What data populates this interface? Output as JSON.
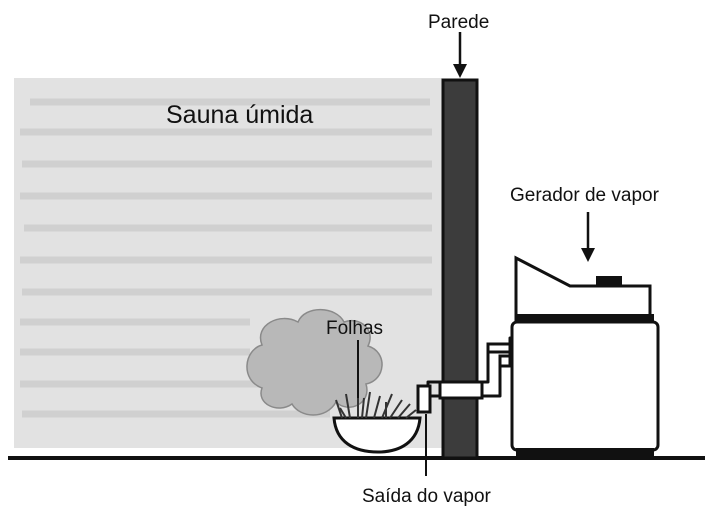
{
  "labels": {
    "wall": "Parede",
    "sauna": "Sauna úmida",
    "generator": "Gerador de vapor",
    "leaves": "Folhas",
    "steam_outlet": "Saída do vapor"
  },
  "colors": {
    "wall_fill": "#3c3c3c",
    "background_texture": "#dcdcdc",
    "outline": "#111111",
    "leaves": "#4a4a4a",
    "steam_cloud": "#b5b5b5"
  }
}
